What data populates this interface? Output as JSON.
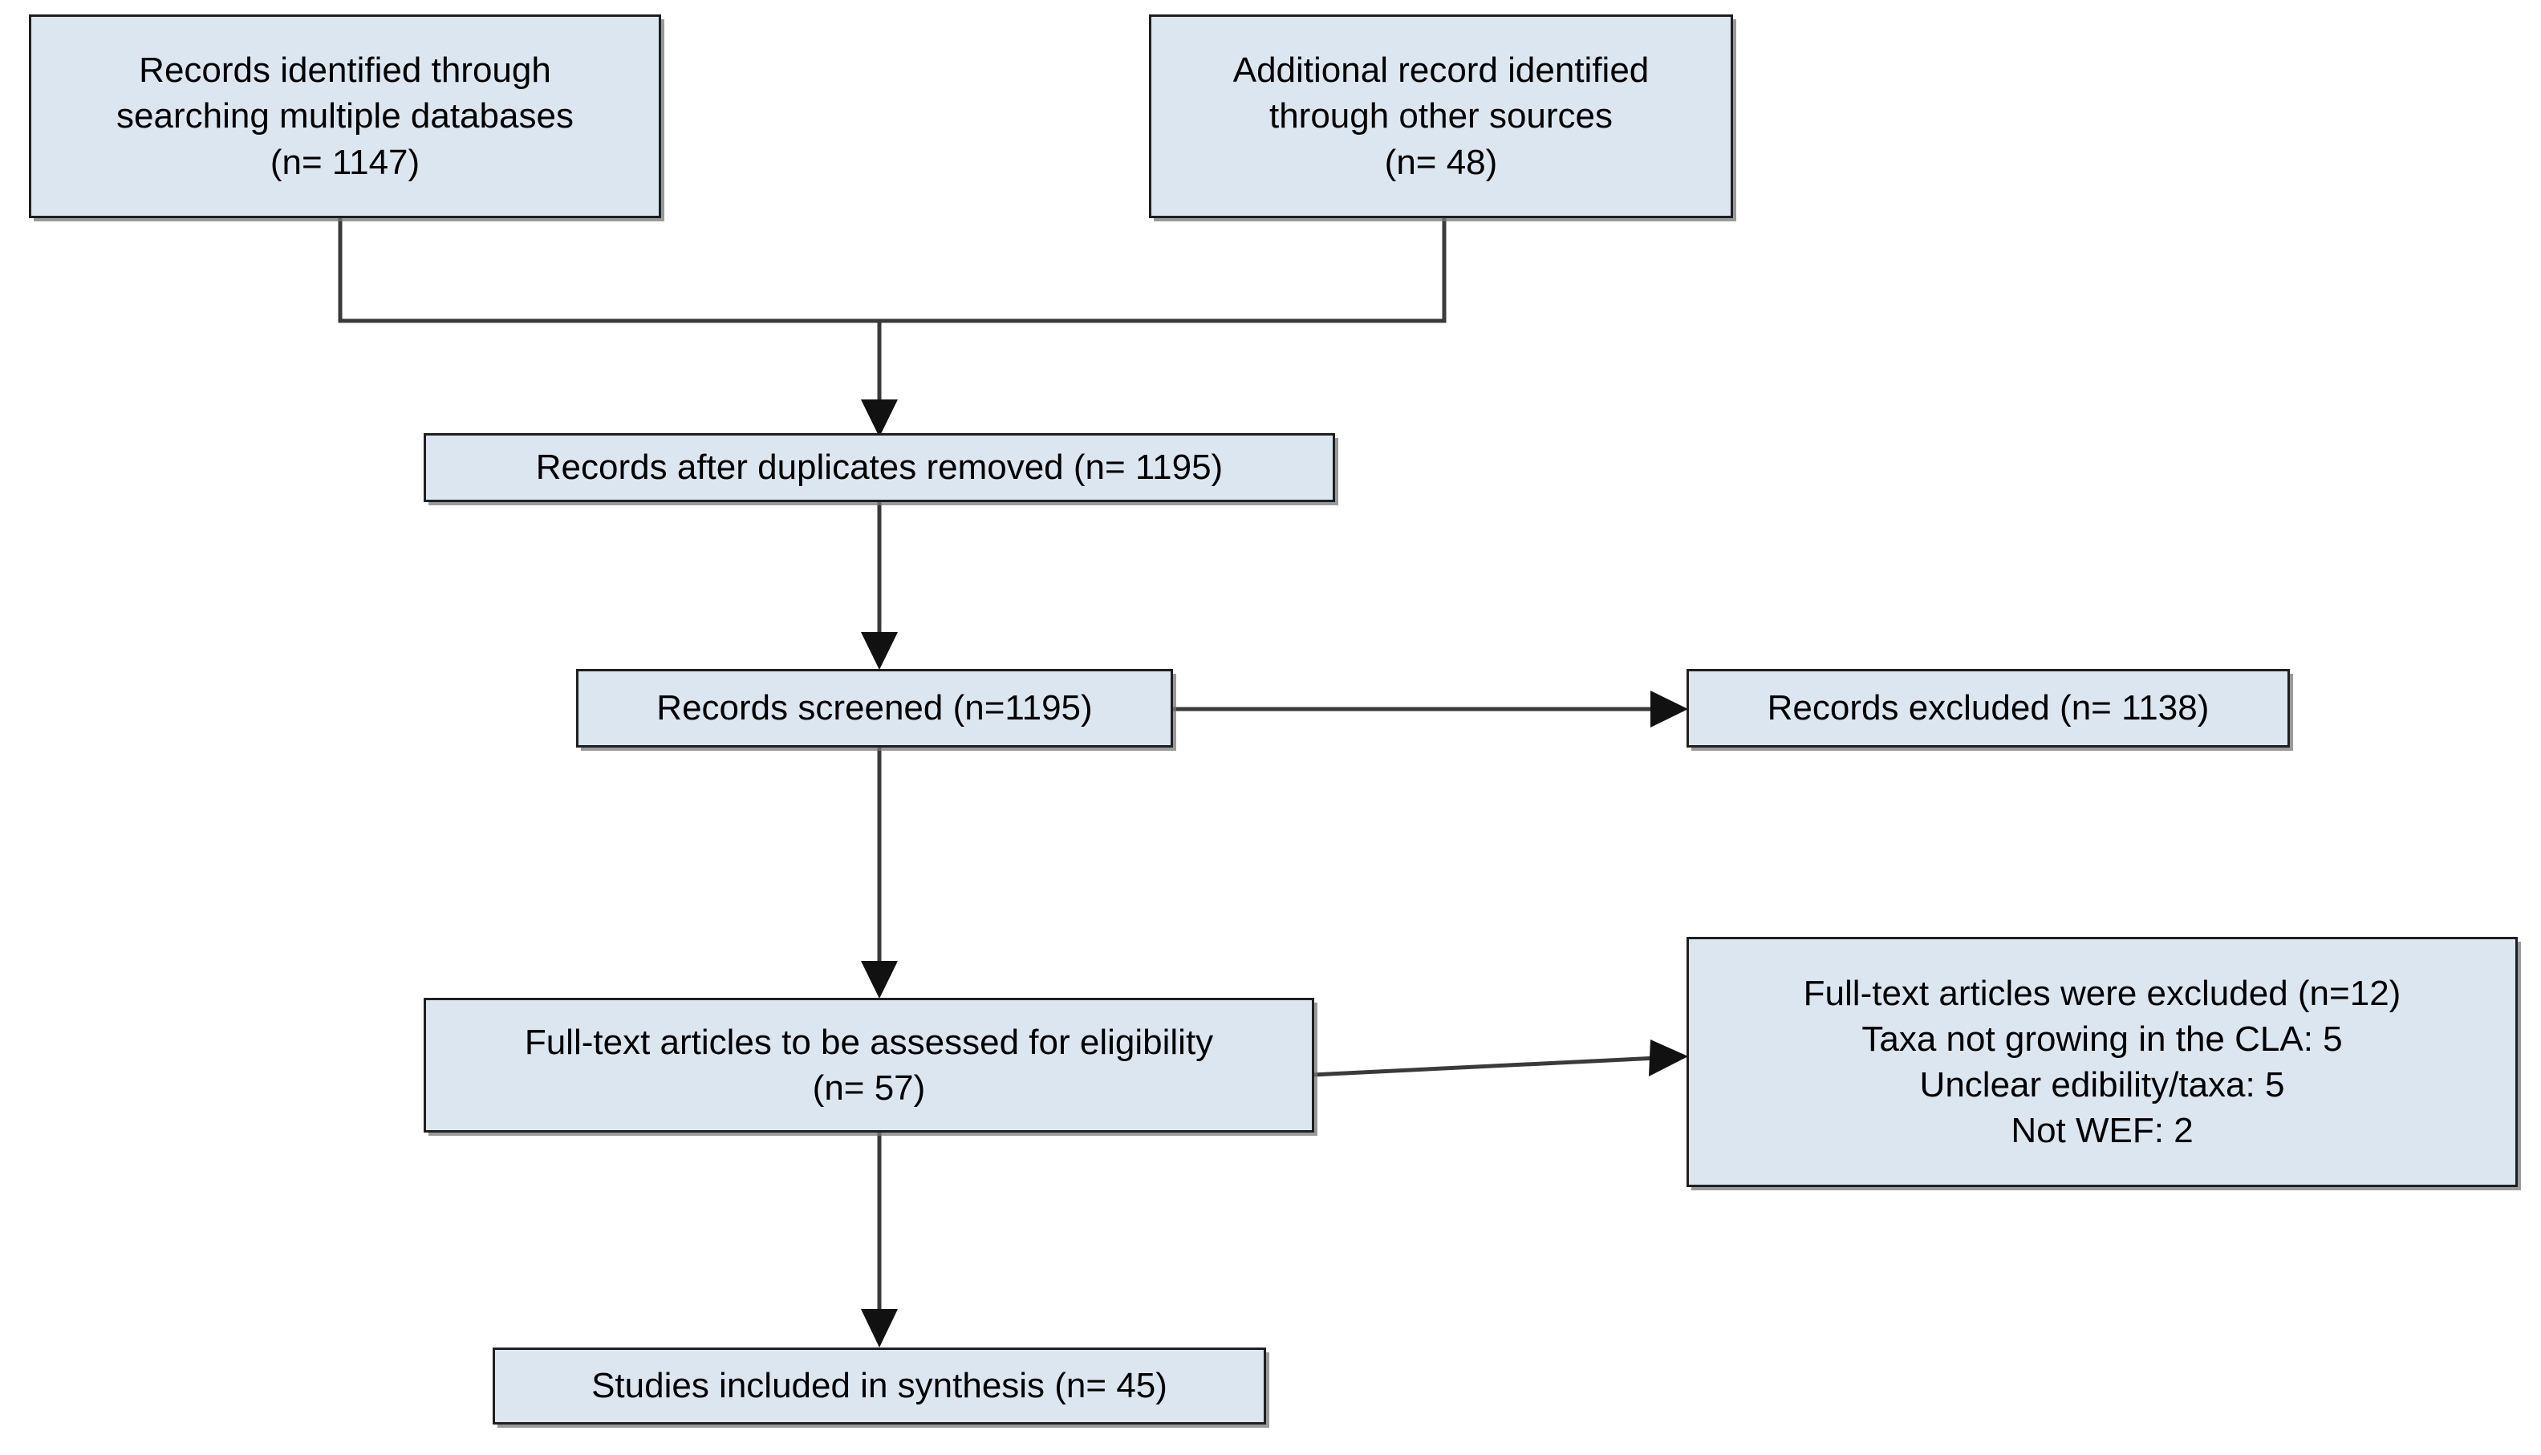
{
  "diagram": {
    "type": "prisma-flow-diagram",
    "title": "PRISMA study selection flow diagram",
    "colors": {
      "box_fill": "#dce6f1",
      "box_border": "#1f1f1f",
      "connector": "#3a3a3a",
      "arrowhead": "#111111",
      "background": "#ffffff",
      "text": "#000000"
    },
    "nodes": [
      {
        "id": "identified-databases",
        "name": "records-identified-databases-box",
        "lines": [
          "Records identified through",
          "searching multiple databases",
          "(n= 1147)"
        ],
        "count": 1147
      },
      {
        "id": "identified-other",
        "name": "additional-records-other-sources-box",
        "lines": [
          "Additional record identified",
          "through other sources",
          "(n= 48)"
        ],
        "count": 48
      },
      {
        "id": "duplicates-removed",
        "name": "records-after-duplicates-removed-box",
        "lines": [
          "Records after duplicates removed (n= 1195)"
        ],
        "count": 1195
      },
      {
        "id": "screened",
        "name": "records-screened-box",
        "lines": [
          "Records screened (n=1195)"
        ],
        "count": 1195
      },
      {
        "id": "records-excluded",
        "name": "records-excluded-box",
        "lines": [
          "Records excluded (n= 1138)"
        ],
        "count": 1138
      },
      {
        "id": "full-text-assessed",
        "name": "full-text-articles-assessed-box",
        "lines": [
          "Full-text articles to be assessed for eligibility",
          "(n= 57)"
        ],
        "count": 57
      },
      {
        "id": "full-text-excluded",
        "name": "full-text-articles-excluded-box",
        "lines": [
          "Full-text articles were excluded (n=12)",
          "Taxa not growing in the CLA: 5",
          "Unclear edibility/taxa: 5",
          "Not WEF: 2"
        ],
        "count": 12,
        "reasons": [
          {
            "label": "Taxa not growing in the CLA",
            "value": 5
          },
          {
            "label": "Unclear edibility/taxa",
            "value": 5
          },
          {
            "label": "Not WEF",
            "value": 2
          }
        ]
      },
      {
        "id": "included-synthesis",
        "name": "studies-included-in-synthesis-box",
        "lines": [
          "Studies included in synthesis (n= 45)"
        ],
        "count": 45
      }
    ],
    "edges": [
      {
        "from": "identified-databases",
        "to": "duplicates-removed",
        "kind": "elbow-merge"
      },
      {
        "from": "identified-other",
        "to": "duplicates-removed",
        "kind": "elbow-merge"
      },
      {
        "from": "duplicates-removed",
        "to": "screened",
        "kind": "vertical-arrow"
      },
      {
        "from": "screened",
        "to": "records-excluded",
        "kind": "horizontal-arrow"
      },
      {
        "from": "screened",
        "to": "full-text-assessed",
        "kind": "vertical-arrow"
      },
      {
        "from": "full-text-assessed",
        "to": "full-text-excluded",
        "kind": "horizontal-arrow"
      },
      {
        "from": "full-text-assessed",
        "to": "included-synthesis",
        "kind": "vertical-arrow"
      }
    ]
  }
}
